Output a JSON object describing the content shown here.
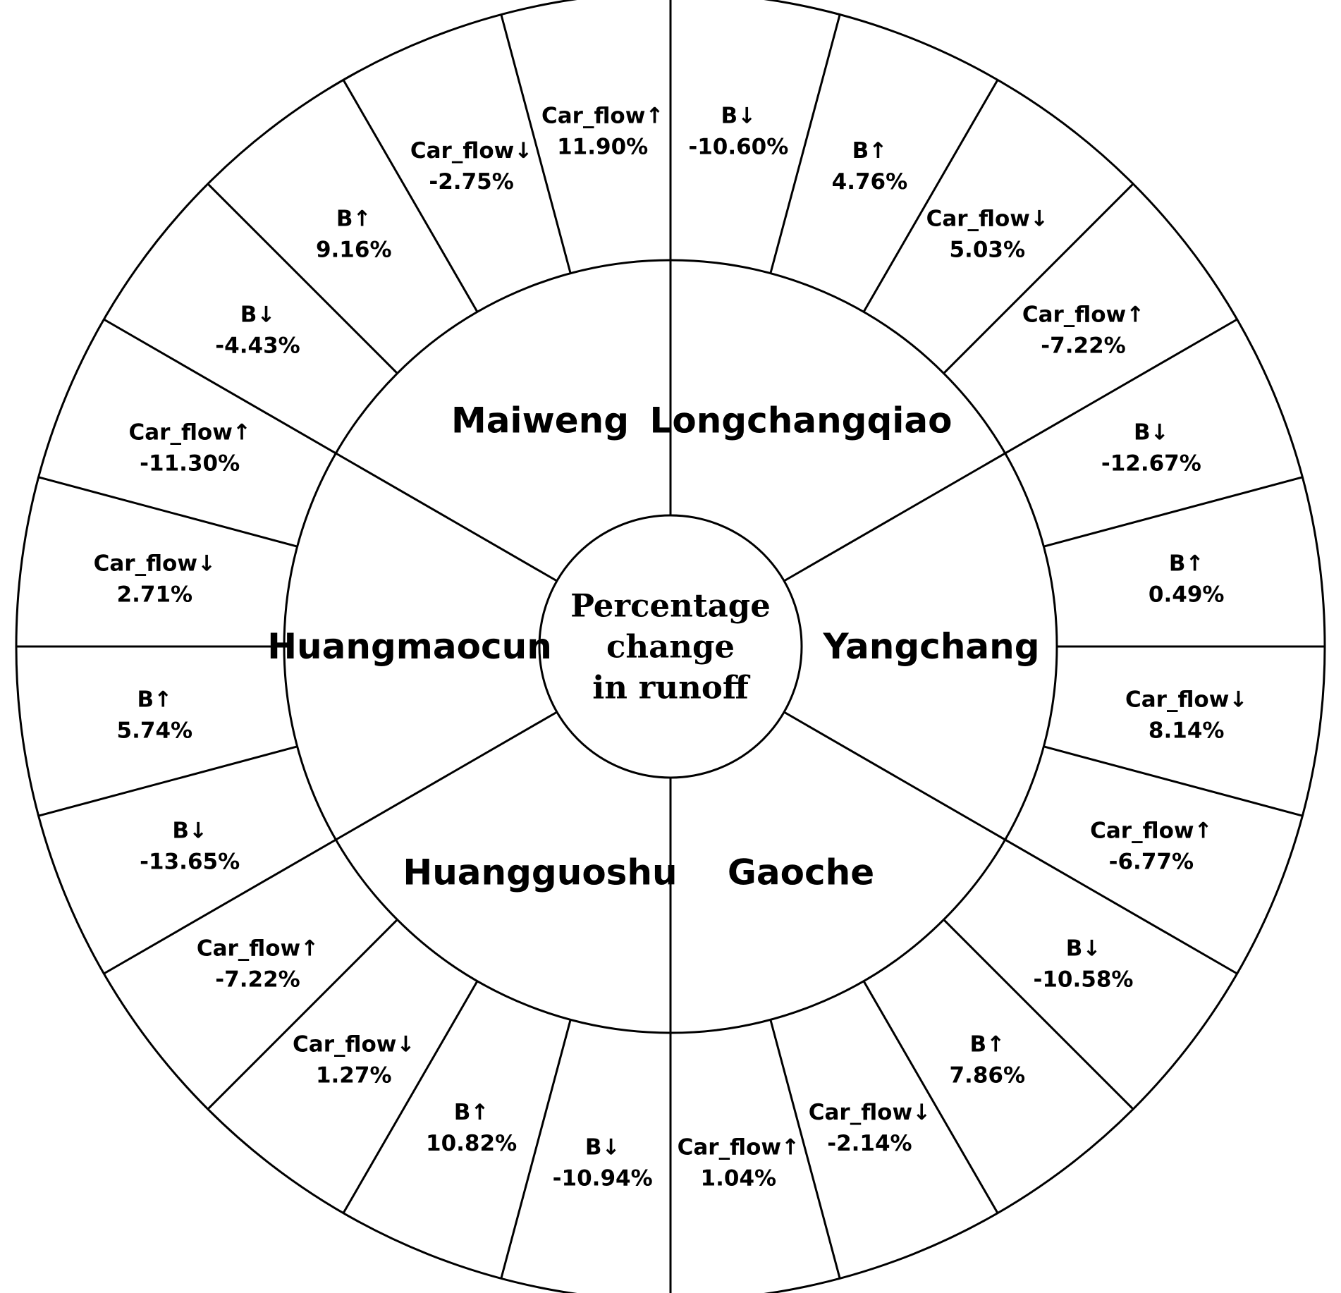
{
  "center": {
    "lines": [
      "Percentage",
      "change",
      "in runoff"
    ]
  },
  "stations": [
    {
      "name": "Longchangqiao",
      "segments": [
        {
          "variable": "B",
          "direction": "↓",
          "value": "-10.60%"
        },
        {
          "variable": "B",
          "direction": "↑",
          "value": "4.76%"
        },
        {
          "variable": "Car_flow",
          "direction": "↓",
          "value": "5.03%"
        },
        {
          "variable": "Car_flow",
          "direction": "↑",
          "value": "-7.22%"
        }
      ]
    },
    {
      "name": "Yangchang",
      "segments": [
        {
          "variable": "B",
          "direction": "↓",
          "value": "-12.67%"
        },
        {
          "variable": "B",
          "direction": "↑",
          "value": "0.49%"
        },
        {
          "variable": "Car_flow",
          "direction": "↓",
          "value": "8.14%"
        },
        {
          "variable": "Car_flow",
          "direction": "↑",
          "value": "-6.77%"
        }
      ]
    },
    {
      "name": "Gaoche",
      "segments": [
        {
          "variable": "B",
          "direction": "↓",
          "value": "-10.58%"
        },
        {
          "variable": "B",
          "direction": "↑",
          "value": "7.86%"
        },
        {
          "variable": "Car_flow",
          "direction": "↓",
          "value": "-2.14%"
        },
        {
          "variable": "Car_flow",
          "direction": "↑",
          "value": "1.04%"
        }
      ]
    },
    {
      "name": "Huangguoshu",
      "segments": [
        {
          "variable": "B",
          "direction": "↓",
          "value": "-10.94%"
        },
        {
          "variable": "B",
          "direction": "↑",
          "value": "10.82%"
        },
        {
          "variable": "Car_flow",
          "direction": "↓",
          "value": "1.27%"
        },
        {
          "variable": "Car_flow",
          "direction": "↑",
          "value": "-7.22%"
        }
      ]
    },
    {
      "name": "Huangmaocun",
      "segments": [
        {
          "variable": "B",
          "direction": "↓",
          "value": "-13.65%"
        },
        {
          "variable": "B",
          "direction": "↑",
          "value": "5.74%"
        },
        {
          "variable": "Car_flow",
          "direction": "↓",
          "value": "2.71%"
        },
        {
          "variable": "Car_flow",
          "direction": "↑",
          "value": "-11.30%"
        }
      ]
    },
    {
      "name": "Maiweng",
      "segments": [
        {
          "variable": "B",
          "direction": "↓",
          "value": "-4.43%"
        },
        {
          "variable": "B",
          "direction": "↑",
          "value": "9.16%"
        },
        {
          "variable": "Car_flow",
          "direction": "↓",
          "value": "-2.75%"
        },
        {
          "variable": "Car_flow",
          "direction": "↑",
          "value": "11.90%"
        }
      ]
    }
  ]
}
